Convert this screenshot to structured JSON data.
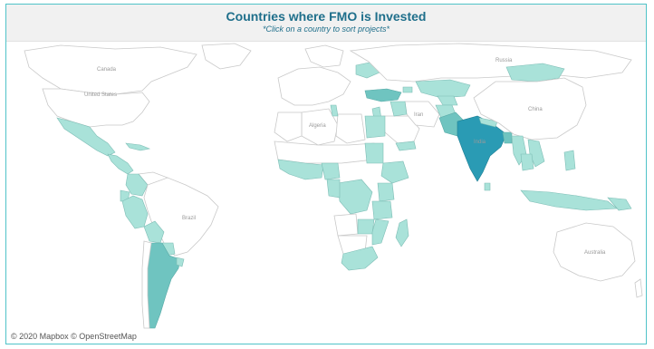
{
  "header": {
    "title": "Countries where FMO is Invested",
    "subtitle": "*Click on a country to sort projects*"
  },
  "map": {
    "region_labels": {
      "united_states": "United States",
      "canada": "Canada",
      "brazil": "Brazil",
      "algeria": "Algeria",
      "iran": "Iran",
      "india": "India",
      "china": "China",
      "russia": "Russia",
      "australia": "Australia"
    },
    "colors": {
      "land": "#ffffff",
      "border": "#c9c9c9",
      "invested_low": "#a9e2d9",
      "invested_mid": "#6fc4c0",
      "invested_high": "#2a9bb4",
      "title": "#1f6f8b",
      "frame": "#4fc3c8"
    }
  },
  "attribution": "© 2020 Mapbox  © OpenStreetMap"
}
